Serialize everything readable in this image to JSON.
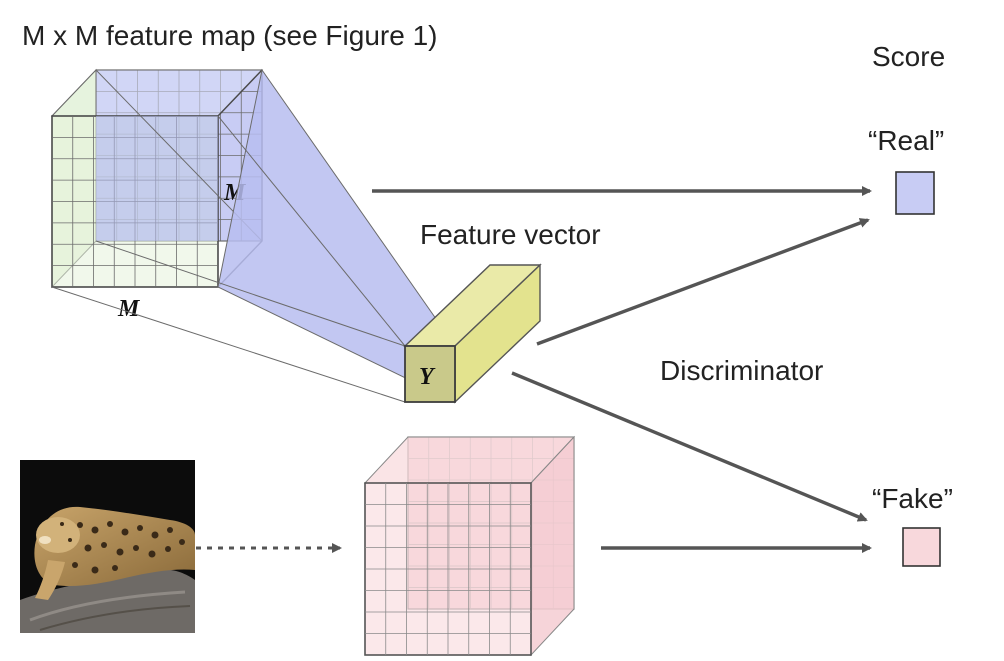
{
  "labels": {
    "title": "M x M feature map (see Figure 1)",
    "score": "Score",
    "real": "“Real”",
    "fake": "“Fake”",
    "feature_vector": "Feature vector",
    "discriminator": "Discriminator",
    "m_depth": "M",
    "m_width": "M",
    "y": "Y"
  },
  "colors": {
    "blue_fill": "#c8ccf4",
    "blue_front": "#b7bdf0",
    "green_fill": "#e6f3da",
    "yellow_fill": "#e6e69a",
    "yellow_front": "#c9c98a",
    "pink_fill": "#f8d8dc",
    "grid_line": "#6b6b6b",
    "arrow": "#555555"
  },
  "icons": {
    "photo": "leopard-photo"
  }
}
